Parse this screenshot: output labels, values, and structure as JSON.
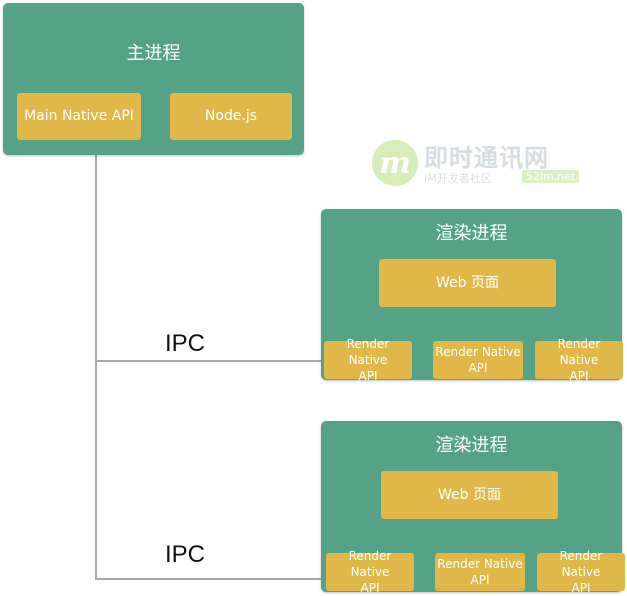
{
  "main_process": {
    "title": "主进程",
    "modules": [
      "Main Native API",
      "Node.js"
    ]
  },
  "render_processes": [
    {
      "title": "渲染进程",
      "web_page": "Web 页面",
      "native_apis": [
        "Render Native\nAPI",
        "Render Native\nAPI",
        "Render Native\nAPI"
      ]
    },
    {
      "title": "渲染进程",
      "web_page": "Web 页面",
      "native_apis": [
        "Render Native\nAPI",
        "Render Native\nAPI",
        "Render Native\nAPI"
      ]
    }
  ],
  "connections": [
    "IPC",
    "IPC"
  ],
  "watermark": {
    "logo": "m",
    "name": "即时通讯网",
    "subtitle": "IM开发者社区",
    "domain": "52im.net"
  },
  "colors": {
    "process": "#55a287",
    "module": "#e0b84a",
    "connector": "#a9a9a9"
  }
}
